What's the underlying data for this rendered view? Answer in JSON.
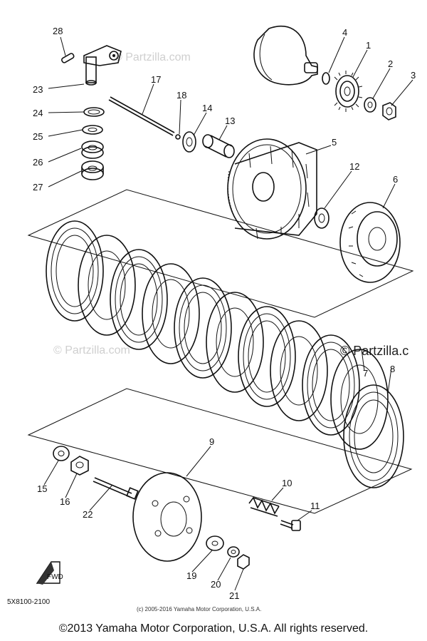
{
  "callouts": [
    "28",
    "23",
    "24",
    "25",
    "26",
    "27",
    "17",
    "18",
    "14",
    "13",
    "4",
    "1",
    "2",
    "3",
    "5",
    "12",
    "6",
    "7",
    "8",
    "15",
    "16",
    "22",
    "9",
    "10",
    "11",
    "19",
    "20",
    "21"
  ],
  "watermarks": {
    "top": "© Partzilla.com",
    "left": "© Partzilla.com",
    "right": "© Partzilla.c"
  },
  "part_code": "5X8100-2100",
  "fwd_label": "FWD",
  "inner_copyright": "(c) 2005-2016 Yamaha Motor Corporation, U.S.A.",
  "footer_copyright": "©2013 Yamaha Motor Corporation, U.S.A. All rights reserved.",
  "colors": {
    "line": "#111111",
    "watermark": "#cfcfcf",
    "background": "#ffffff"
  }
}
